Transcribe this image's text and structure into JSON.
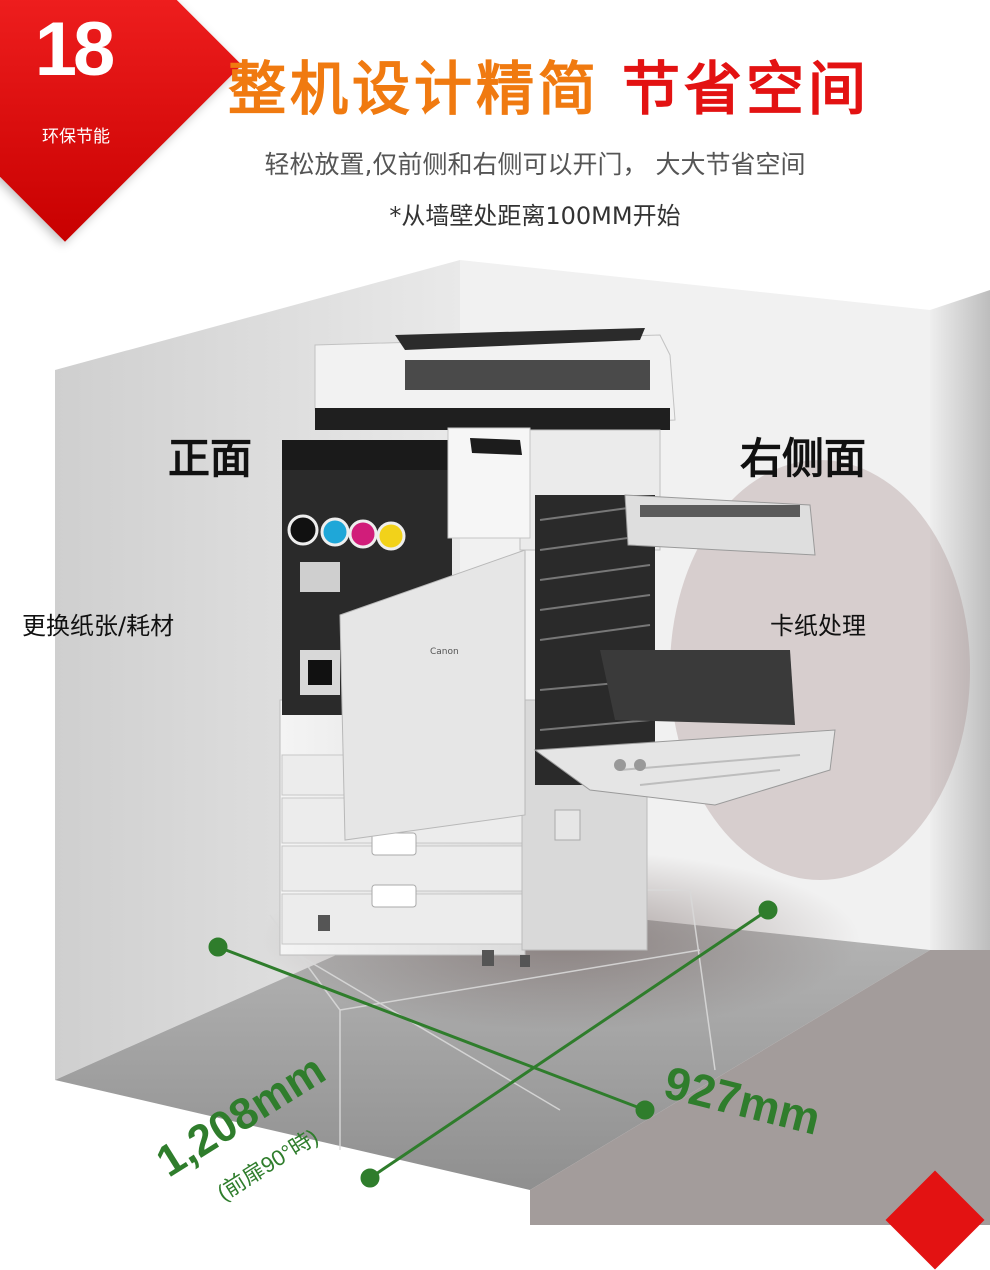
{
  "badge": {
    "number": "18",
    "subtitle": "环保节能"
  },
  "header": {
    "title_part1": "整机设计精简",
    "title_part2": "节省空间",
    "subtitle": "轻松放置,仅前侧和右侧可以开门， 大大节省空间",
    "note": "*从墙壁处距离100MM开始"
  },
  "labels": {
    "front": "正面",
    "right_side": "右侧面",
    "replace": "更换纸张/耗材",
    "jam": "卡纸处理"
  },
  "dimensions": {
    "depth": "1,208mm",
    "depth_note": "(前扉90°時)",
    "width": "927mm"
  },
  "product": {
    "brand": "Canon"
  },
  "colors": {
    "accent_orange": "#f07a10",
    "accent_red": "#e31212",
    "dim_green": "#2f7d2c"
  }
}
